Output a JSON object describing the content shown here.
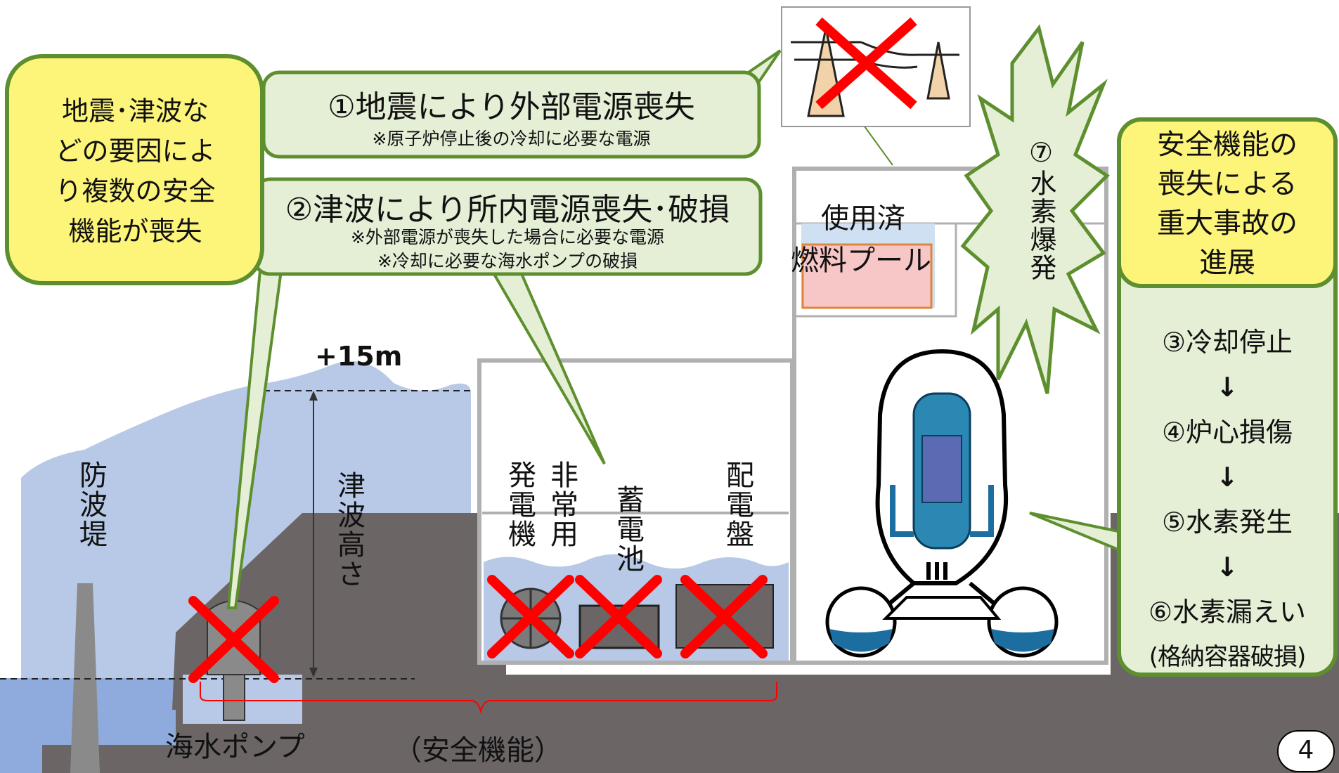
{
  "left_bubble": {
    "lines": [
      "地震･津波な",
      "どの要因によ",
      "り複数の安全",
      "機能が喪失"
    ]
  },
  "callout1": {
    "title": "①地震により外部電源喪失",
    "note": "※原子炉停止後の冷却に必要な電源"
  },
  "callout2": {
    "title": "②津波により所内電源喪失･破損",
    "note1": "※外部電源が喪失した場合に必要な電源",
    "note2": "※冷却に必要な海水ポンプの破損"
  },
  "scene_labels": {
    "wave_height": "+15m",
    "breakwater": "防波堤",
    "tsunami_height": "津波高さ",
    "seawater_pump": "海水ポンプ",
    "safety_functions": "（安全機能）",
    "emergency_generator_1": "非常用",
    "emergency_generator_2": "発電機",
    "battery": "蓄電池",
    "switchboard": "配電盤",
    "spent_fuel_pool_1": "使用済",
    "spent_fuel_pool_2": "燃料プール",
    "hydrogen_explosion": "⑦水素爆発"
  },
  "right_panel": {
    "title_lines": [
      "安全機能の",
      "喪失による",
      "重大事故の",
      "進展"
    ],
    "steps": [
      "③冷却停止",
      "④炉心損傷",
      "⑤水素発生",
      "⑥水素漏えい",
      "(格納容器破損)"
    ],
    "arrow": "↓"
  },
  "page_number": "4",
  "colors": {
    "bubble_fill": "#fdf47a",
    "bubble_border": "#5e8f2e",
    "callout_fill": "#e4efd6",
    "water": "#b7c9e6",
    "ground": "#6b6566",
    "cross": "#ff0000",
    "pool": "#f7c6c6"
  }
}
